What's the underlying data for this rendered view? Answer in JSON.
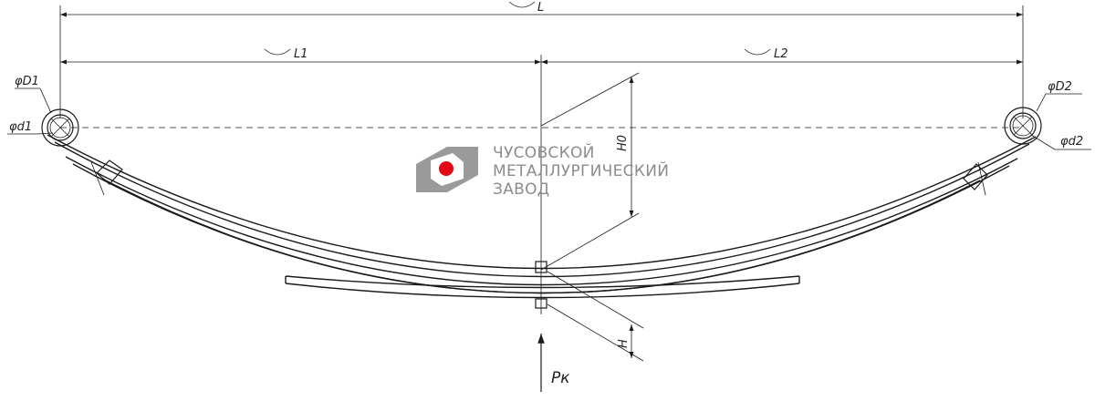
{
  "dimensions": {
    "total_length": "L",
    "left_length": "L1",
    "right_length": "L2",
    "free_height": "H0",
    "height": "H"
  },
  "eyes": {
    "left_outer": "φD1",
    "left_inner": "φd1",
    "right_outer": "φD2",
    "right_inner": "φd2"
  },
  "load_label": "Pк",
  "logo": {
    "line1": "ЧУСОВСКОЙ",
    "line2": "МЕТАЛЛУРГИЧЕСКИЙ",
    "line3": "ЗАВОД",
    "mark_color": "#9a9a9a",
    "dot_color": "#e30613"
  }
}
